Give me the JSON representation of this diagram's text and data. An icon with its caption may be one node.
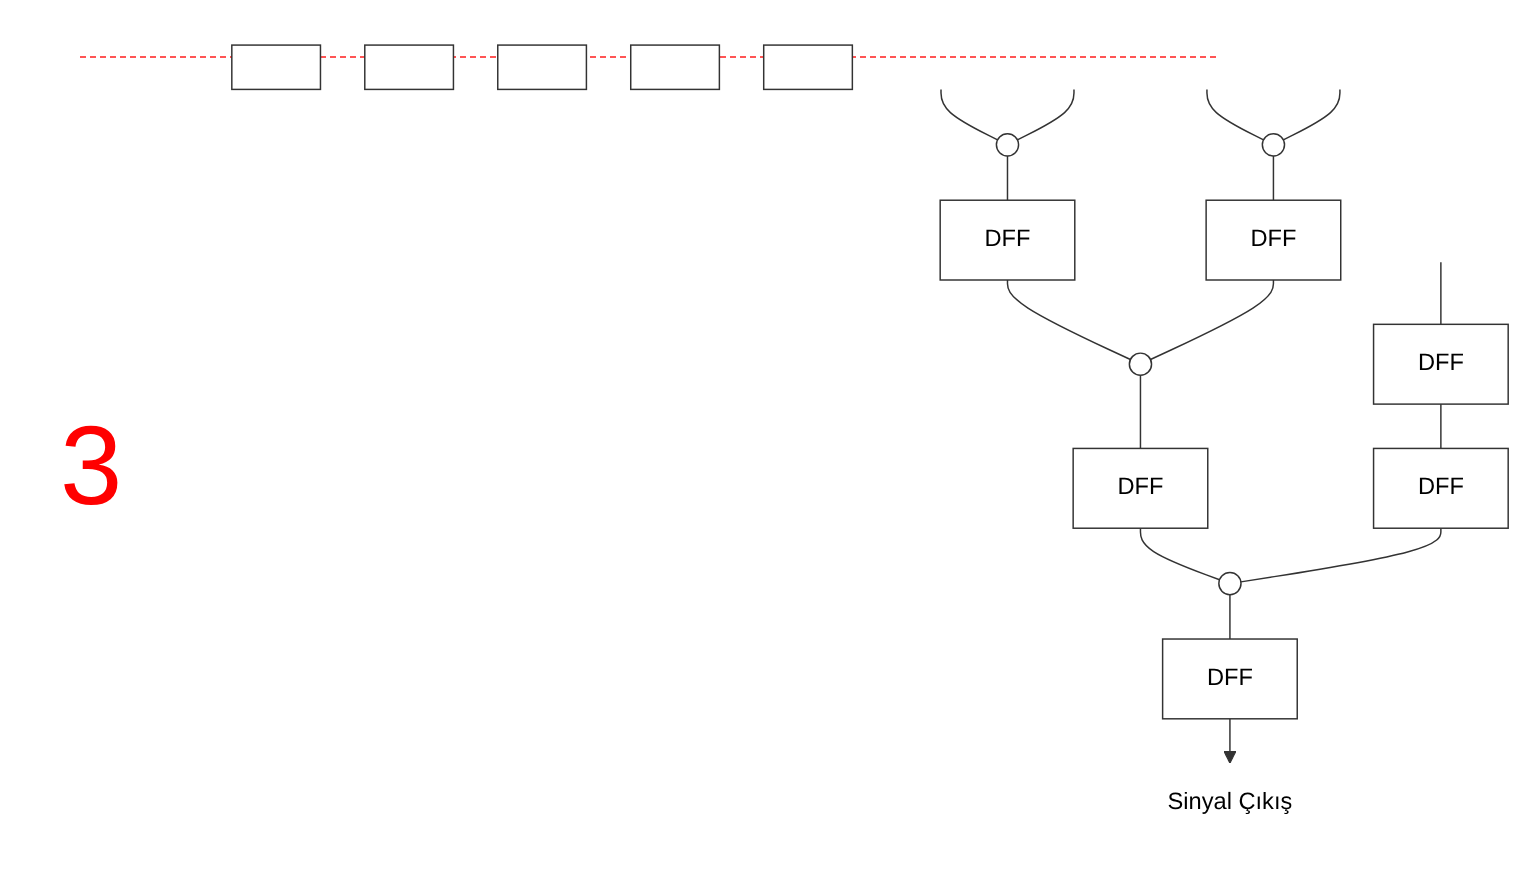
{
  "diagram": {
    "nodes": [
      {
        "text": [],
        "shape": "box"
      },
      {
        "text": [],
        "shape": "box"
      },
      {
        "text": [],
        "shape": "box"
      },
      {
        "text": [],
        "shape": "box"
      },
      {
        "text": [],
        "shape": "box"
      },
      {
        "text": [],
        "shape": "circle"
      },
      {
        "text": [
          "DFF"
        ]
      },
      {
        "text": [],
        "shape": "circle"
      },
      {
        "text": [
          "DFF"
        ]
      },
      {
        "text": [
          "DFF"
        ]
      },
      {
        "text": [],
        "shape": "circle"
      },
      {
        "text": [
          "DFF"
        ]
      },
      {
        "text": [
          "DFF"
        ]
      },
      {
        "text": [],
        "shape": "circle"
      },
      {
        "text": [
          "DFF"
        ]
      },
      {
        "text": [
          "Sinyal Çıkış"
        ]
      }
    ],
    "edges": [
      {
        "from": null,
        "to": 5,
        "arrow": "none"
      },
      {
        "from": null,
        "to": 5,
        "arrow": "none"
      },
      {
        "from": null,
        "to": 7,
        "arrow": "none"
      },
      {
        "from": null,
        "to": 7,
        "arrow": "none"
      },
      {
        "from": null,
        "to": 9,
        "arrow": "none"
      },
      {
        "from": 5,
        "to": 6,
        "arrow": "none"
      },
      {
        "from": 7,
        "to": 8,
        "arrow": "none"
      },
      {
        "from": 6,
        "to": 10,
        "arrow": "none"
      },
      {
        "from": 8,
        "to": 10,
        "arrow": "none"
      },
      {
        "from": 10,
        "to": 11,
        "arrow": "none"
      },
      {
        "from": 9,
        "to": 12,
        "arrow": "none"
      },
      {
        "from": 11,
        "to": 13,
        "arrow": "none"
      },
      {
        "from": 12,
        "to": 13,
        "arrow": "none"
      },
      {
        "from": 13,
        "to": 14,
        "arrow": "none"
      },
      {
        "from": 14,
        "to": 15,
        "arrow": "to"
      }
    ],
    "labels": [
      "3"
    ]
  }
}
